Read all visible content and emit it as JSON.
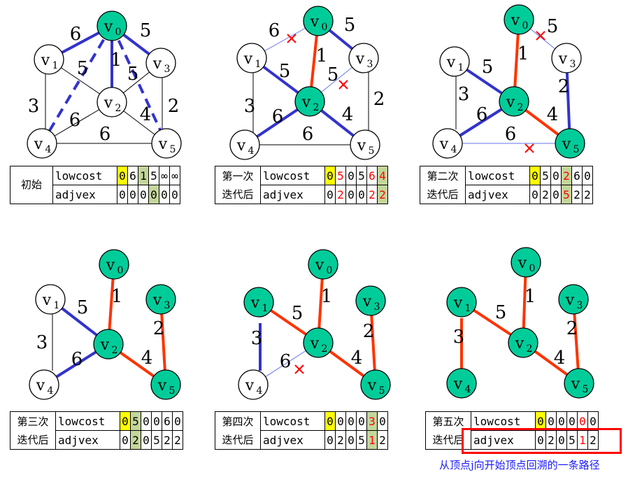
{
  "colors": {
    "tree_edge": "#ff3300",
    "candidate_edge": "#3333cc",
    "thin_edge": "#6677ee",
    "node_fill": "#00cc99",
    "mark": "#ff0000"
  },
  "panels": [
    {
      "id": "initial",
      "label": "初始",
      "lowcost": [
        "0",
        "6",
        "1",
        "5",
        "∞",
        "∞"
      ],
      "adjvex": [
        "0",
        "0",
        "0",
        "0",
        "0",
        "0"
      ]
    },
    {
      "id": "iter1",
      "label": "第一次迭代后",
      "lowcost": [
        "0",
        "5",
        "0",
        "5",
        "6",
        "4"
      ],
      "adjvex": [
        "0",
        "2",
        "0",
        "0",
        "2",
        "2"
      ]
    },
    {
      "id": "iter2",
      "label": "第二次迭代后",
      "lowcost": [
        "0",
        "5",
        "0",
        "2",
        "6",
        "0"
      ],
      "adjvex": [
        "0",
        "2",
        "0",
        "5",
        "2",
        "2"
      ]
    },
    {
      "id": "iter3",
      "label": "第三次迭代后",
      "lowcost": [
        "0",
        "5",
        "0",
        "0",
        "6",
        "0"
      ],
      "adjvex": [
        "0",
        "2",
        "0",
        "5",
        "2",
        "2"
      ]
    },
    {
      "id": "iter4",
      "label": "第四次迭代后",
      "lowcost": [
        "0",
        "0",
        "0",
        "0",
        "3",
        "0"
      ],
      "adjvex": [
        "0",
        "2",
        "0",
        "5",
        "1",
        "2"
      ]
    },
    {
      "id": "iter5",
      "label": "第五次迭代后",
      "lowcost": [
        "0",
        "0",
        "0",
        "0",
        "0",
        "0"
      ],
      "adjvex": [
        "0",
        "2",
        "0",
        "5",
        "1",
        "2"
      ]
    }
  ],
  "row_labels": {
    "lowcost": "lowcost",
    "adjvex": "adjvex"
  },
  "nodes": [
    "v0",
    "v1",
    "v2",
    "v3",
    "v4",
    "v5"
  ],
  "note": "从顶点j向开始顶点回溯的一条路径"
}
